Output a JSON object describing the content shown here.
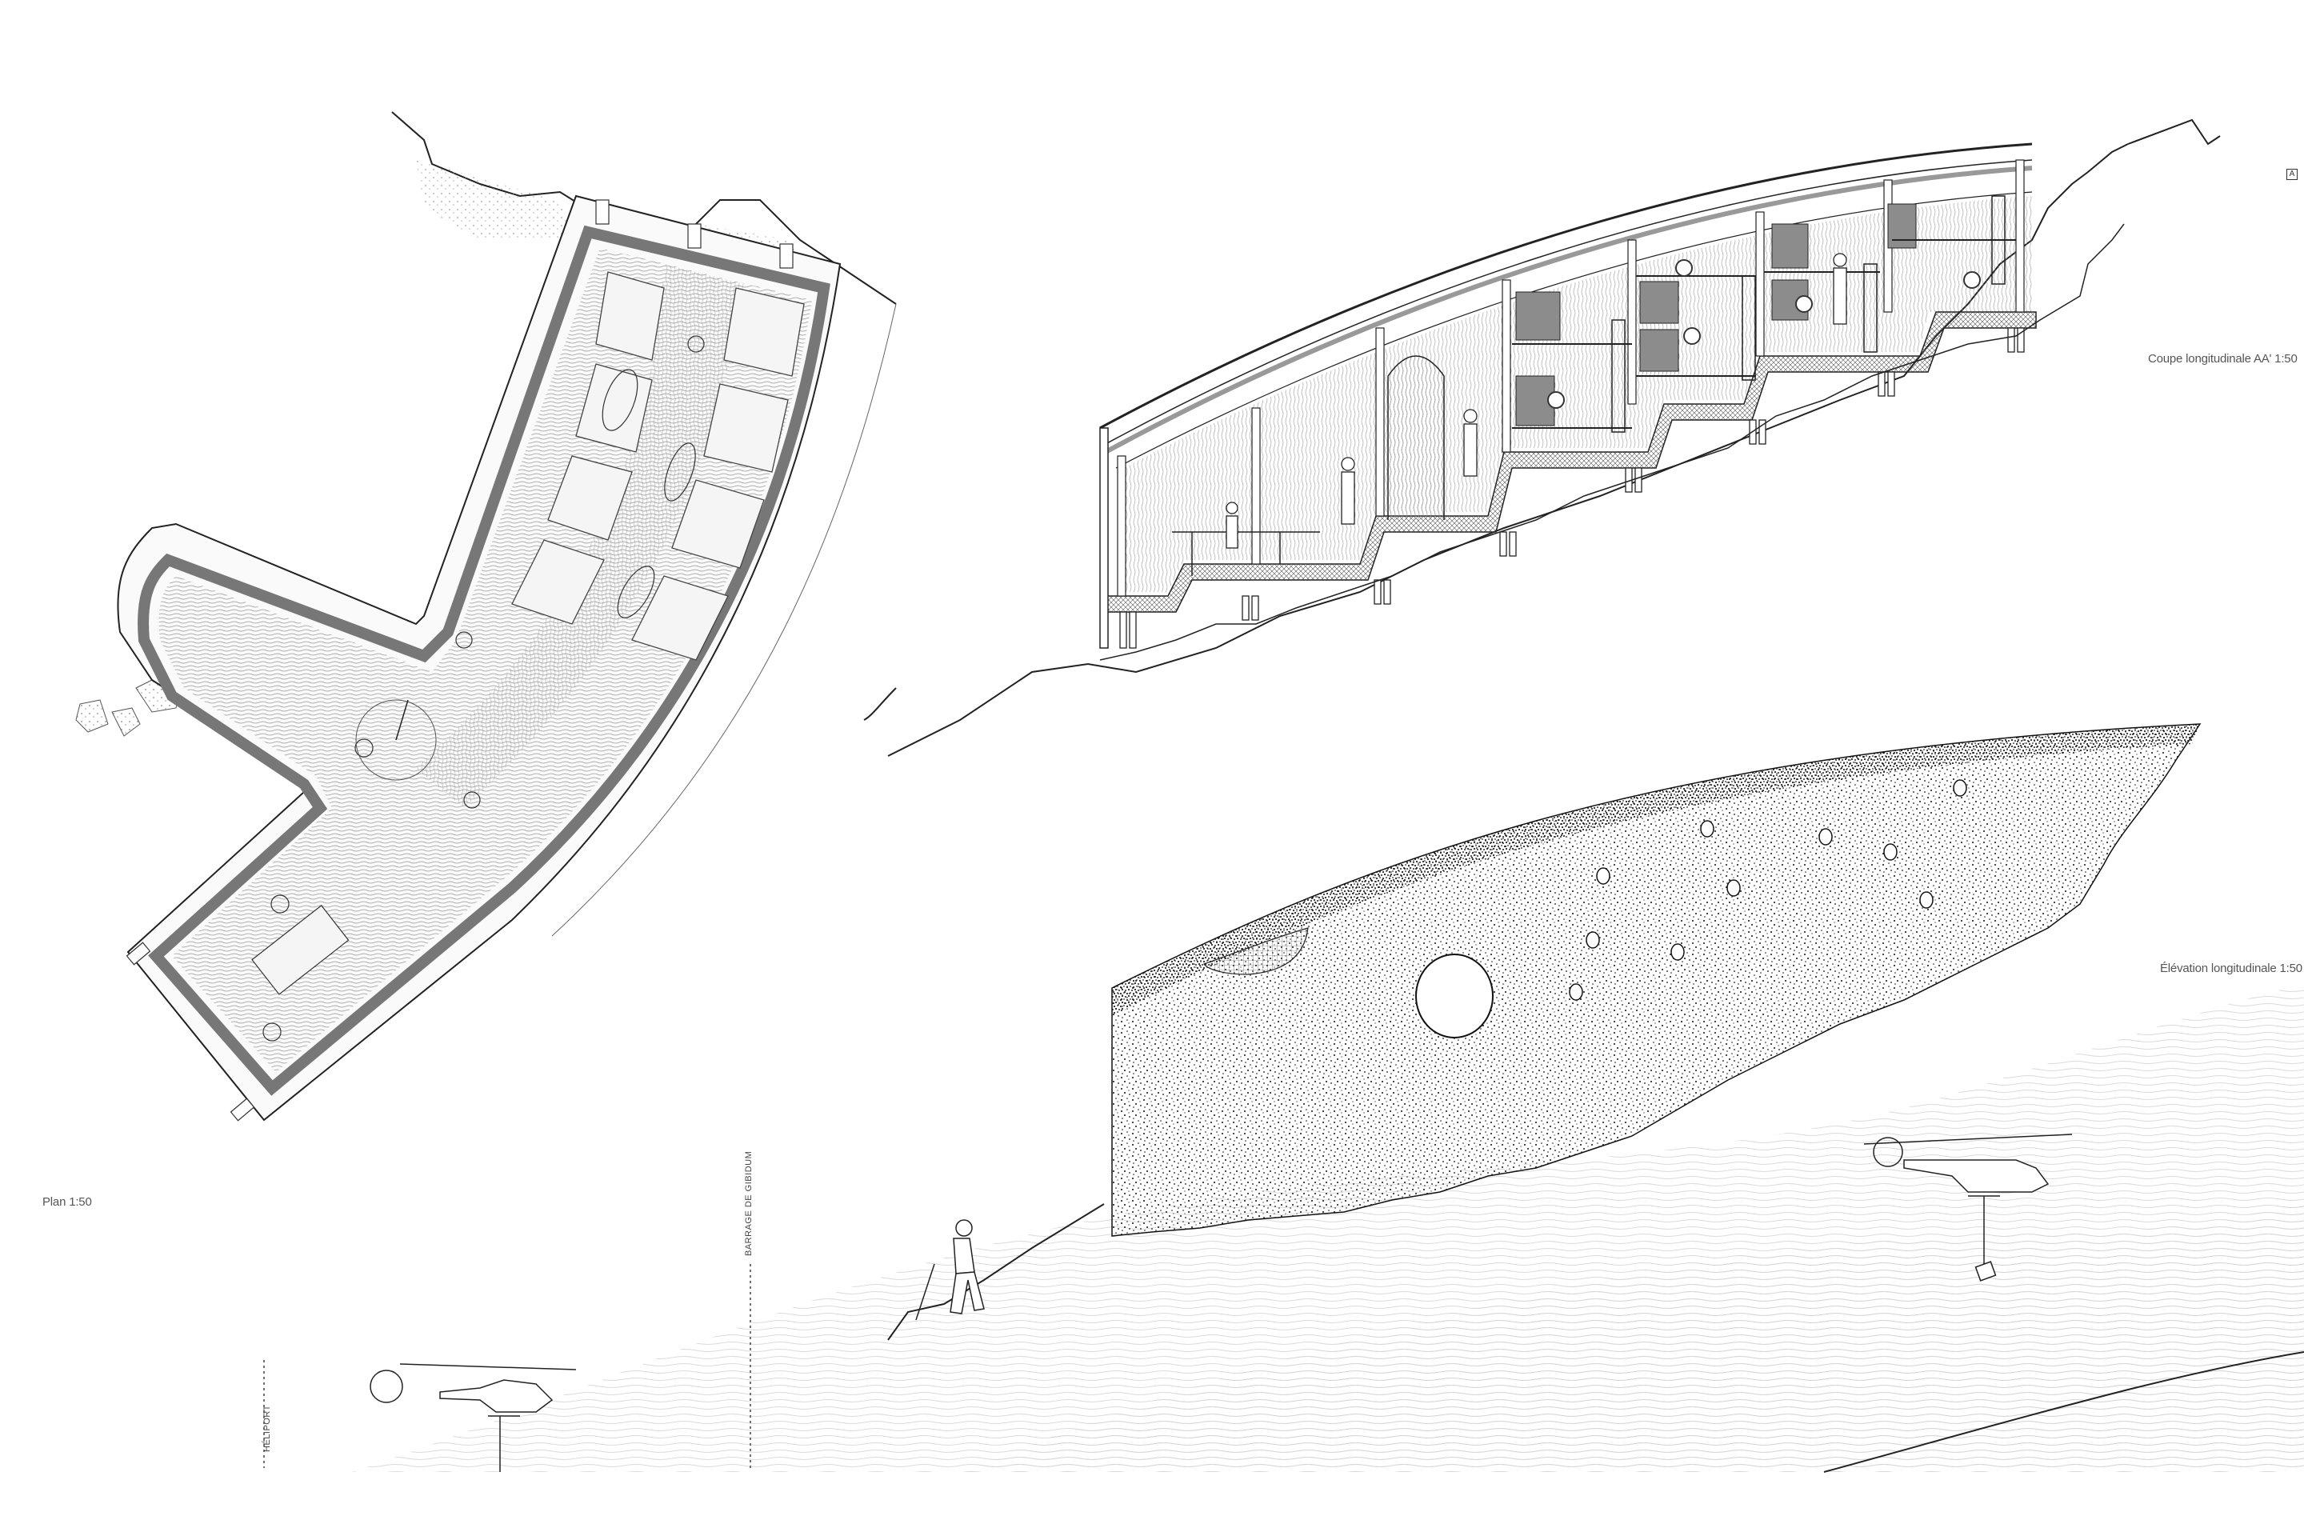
{
  "sheet": {
    "title_plan": "Plan 1:50",
    "title_section": "Coupe longitudinale AA' 1:50",
    "title_elevation": "Élévation longitudinale 1:50",
    "section_marker": "A",
    "markers": {
      "heliport": "HÉLIPORT",
      "dam": "BARRAGE DE GIBIDUM"
    }
  },
  "views": [
    {
      "id": "plan",
      "type": "floor-plan",
      "scale": "1:50",
      "description": "L-shaped refuge plan with curved dormitory wing, bunks, figures, common room with table"
    },
    {
      "id": "section",
      "type": "longitudinal-section",
      "scale": "1:50",
      "description": "Stepped section following slope, curved roof, bunk levels with ladders, arched door, figures"
    },
    {
      "id": "elevation",
      "type": "longitudinal-elevation",
      "scale": "1:50",
      "description": "Stippled rock-clad facade with large circular window and small round openings, helicopter with sling load, climber on slope"
    }
  ],
  "colors": {
    "ink": "#222222",
    "wall_fill": "#888888",
    "bunk_fill": "#8c8c8c",
    "terrain_lines": "#d6d6d6",
    "stipple": "#111111",
    "label": "#555555"
  }
}
